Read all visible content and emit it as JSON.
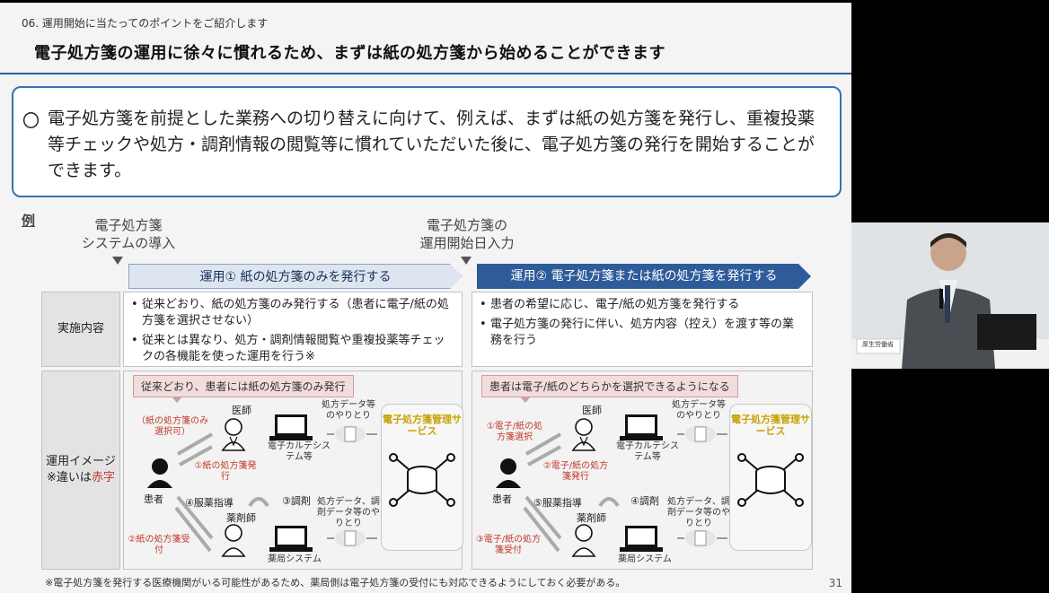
{
  "slide": {
    "subtitle": "06. 運用開始に当たってのポイントをご紹介します",
    "headline": "電子処方箋の運用に徐々に慣れるため、まずは紙の処方箋から始めることができます",
    "lead_bullet": "〇",
    "lead_text": "電子処方箋を前提とした業務への切り替えに向けて、例えば、まずは紙の処方箋を発行し、重複投薬等チェックや処方・調剤情報の閲覧等に慣れていただいた後に、電子処方箋の発行を開始することができます。",
    "example_label": "例",
    "step1_line1": "電子処方箋",
    "step1_line2": "システムの導入",
    "step2_line1": "電子処方箋の",
    "step2_line2": "運用開始日入力",
    "phase1": "運用① 紙の処方箋のみを発行する",
    "phase2": "運用② 電子処方箋または紙の処方箋を発行する",
    "row1_head": "実施内容",
    "row2_head_line1": "運用イメージ",
    "row2_head_line2_prefix": "※違いは",
    "row2_head_line2_red": "赤字",
    "phase1_items": [
      "従来どおり、紙の処方箋のみ発行する（患者に電子/紙の処方箋を選択させない）",
      "従来とは異なり、処方・調剤情報閲覧や重複投薬等チェックの各機能を使った運用を行う※"
    ],
    "phase2_items": [
      "患者の希望に応じ、電子/紙の処方箋を発行する",
      "電子処方箋の発行に伴い、処方内容（控え）を渡す等の業務を行う"
    ],
    "img1": {
      "callout": "従来どおり、患者には紙の処方箋のみ発行",
      "choice": "（紙の処方箋のみ選択可）",
      "doctor": "医師",
      "karte": "電子カルテシステム等",
      "issue": "①紙の処方箋発行",
      "patient": "患者",
      "guidance": "④服薬指導",
      "dispense": "③調剤",
      "pharmacist": "薬剤師",
      "receive": "②紙の処方箋受付",
      "pharm_sys": "薬局システム",
      "exchange_top": "処方データ等のやりとり",
      "exchange_bottom": "処方データ、調剤データ等のやりとり",
      "service": "電子処方箋管理サービス"
    },
    "img2": {
      "callout": "患者は電子/紙のどちらかを選択できるようになる",
      "choice": "①電子/紙の処方箋選択",
      "doctor": "医師",
      "karte": "電子カルテシステム等",
      "issue": "②電子/紙の処方箋発行",
      "patient": "患者",
      "guidance": "⑤服薬指導",
      "dispense": "④調剤",
      "pharmacist": "薬剤師",
      "receive": "③電子/紙の処方箋受付",
      "pharm_sys": "薬局システム",
      "exchange_top": "処方データ等のやりとり",
      "exchange_bottom": "処方データ、調剤データ等のやりとり",
      "service": "電子処方箋管理サービス"
    },
    "footnote": "※電子処方箋を発行する医療機関がいる可能性があるため、薬局側は電子処方箋の受付にも対応できるようにしておく必要がある。",
    "page_number": "31"
  },
  "presenter": {
    "nameplate": "厚生労働省"
  },
  "colors": {
    "accent_blue": "#2e5b9a",
    "difference_red": "#c0392b",
    "service_gold": "#c8a200"
  },
  "icons": [
    "person-icon",
    "doctor-icon",
    "pharmacist-icon",
    "laptop-icon",
    "database-icon",
    "document-icon",
    "arrow-icon"
  ]
}
